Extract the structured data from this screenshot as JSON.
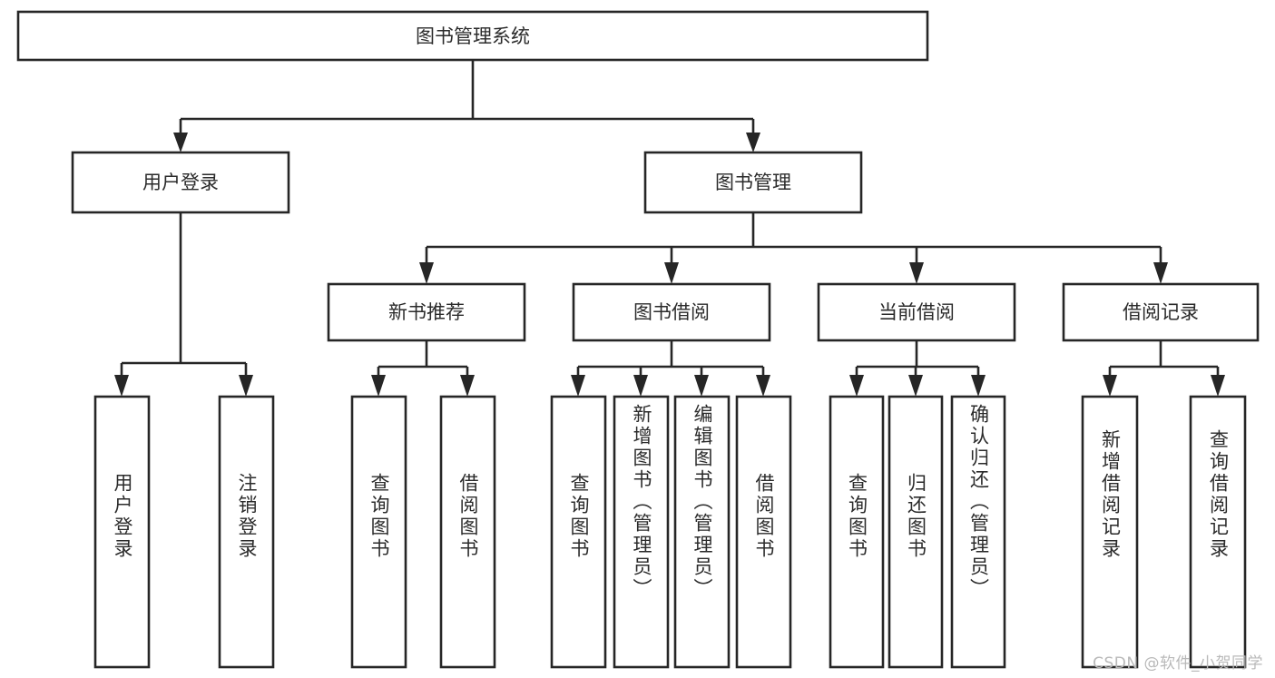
{
  "diagram": {
    "type": "tree-hierarchy",
    "title": "图书管理系统",
    "watermark": "CSDN @软件_小贺同学",
    "colors": {
      "stroke": "#262626",
      "fill": "#ffffff",
      "text": "#2b2b2b",
      "watermark": "#b9b9b9"
    },
    "levels": [
      {
        "level": 1,
        "nodes": [
          {
            "id": "root",
            "label": "图书管理系统",
            "orientation": "horizontal"
          }
        ]
      },
      {
        "level": 2,
        "nodes": [
          {
            "id": "login",
            "label": "用户登录",
            "orientation": "horizontal",
            "parent": "root"
          },
          {
            "id": "bookmgr",
            "label": "图书管理",
            "orientation": "horizontal",
            "parent": "root"
          }
        ]
      },
      {
        "level": 3,
        "nodes": [
          {
            "id": "newbook",
            "label": "新书推荐",
            "orientation": "horizontal",
            "parent": "bookmgr"
          },
          {
            "id": "borrow",
            "label": "图书借阅",
            "orientation": "horizontal",
            "parent": "bookmgr"
          },
          {
            "id": "current",
            "label": "当前借阅",
            "orientation": "horizontal",
            "parent": "bookmgr"
          },
          {
            "id": "records",
            "label": "借阅记录",
            "orientation": "horizontal",
            "parent": "bookmgr"
          }
        ]
      },
      {
        "level": 4,
        "nodes": [
          {
            "id": "leaf-1",
            "label": "用户登录",
            "orientation": "vertical",
            "parent": "login"
          },
          {
            "id": "leaf-2",
            "label": "注销登录",
            "orientation": "vertical",
            "parent": "login"
          },
          {
            "id": "leaf-3",
            "label": "查询图书",
            "orientation": "vertical",
            "parent": "newbook"
          },
          {
            "id": "leaf-4",
            "label": "借阅图书",
            "orientation": "vertical",
            "parent": "newbook"
          },
          {
            "id": "leaf-5",
            "label": "查询图书",
            "orientation": "vertical",
            "parent": "borrow"
          },
          {
            "id": "leaf-6",
            "label": "新增图书（管理员）",
            "orientation": "vertical",
            "parent": "borrow"
          },
          {
            "id": "leaf-7",
            "label": "编辑图书（管理员）",
            "orientation": "vertical",
            "parent": "borrow"
          },
          {
            "id": "leaf-8",
            "label": "借阅图书",
            "orientation": "vertical",
            "parent": "borrow"
          },
          {
            "id": "leaf-9",
            "label": "查询图书",
            "orientation": "vertical",
            "parent": "current"
          },
          {
            "id": "leaf-10",
            "label": "归还图书",
            "orientation": "vertical",
            "parent": "current"
          },
          {
            "id": "leaf-11",
            "label": "确认归还（管理员）",
            "orientation": "vertical",
            "parent": "current"
          },
          {
            "id": "leaf-12",
            "label": "新增借阅记录",
            "orientation": "vertical",
            "parent": "records"
          },
          {
            "id": "leaf-13",
            "label": "查询借阅记录",
            "orientation": "vertical",
            "parent": "records"
          }
        ]
      }
    ]
  }
}
